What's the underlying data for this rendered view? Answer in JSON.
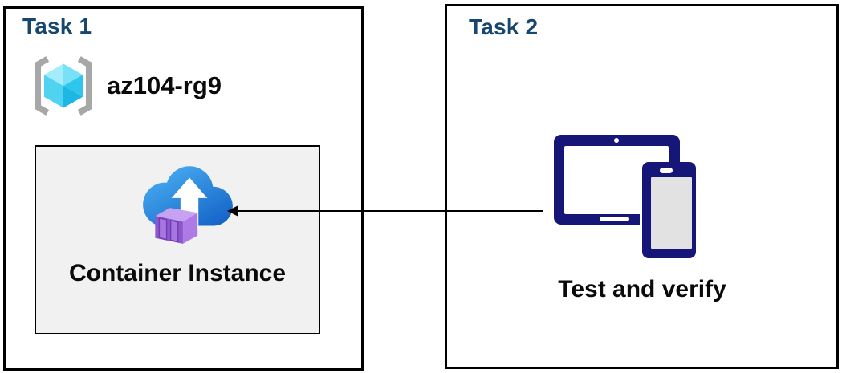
{
  "task1": {
    "title": "Task 1",
    "resource_group_name": "az104-rg9",
    "container_box": {
      "label": "Container Instance",
      "icon": "container-instances-icon"
    },
    "resource_group_icon": "resource-group-icon"
  },
  "task2": {
    "title": "Task 2",
    "label": "Test and verify",
    "icon": "devices-icon"
  },
  "connector": {
    "type": "arrow",
    "direction": "from task2 devices to container instance (points left)"
  },
  "colors": {
    "heading_blue": "#17476E",
    "device_navy": "#161678",
    "inner_box_bg": "#F1F1F1",
    "border_black": "#000000",
    "cloud_blue_light": "#47ABF1",
    "cloud_blue_dark": "#1463C6",
    "container_purple_front": "#8C56CD",
    "container_purple_right": "#AE7AE5",
    "container_purple_top": "#C7A2F1",
    "cube_cyan_light": "#A3ECFB",
    "cube_cyan_dark": "#1DB7E3",
    "bracket_gray": "#A7A7A7",
    "phone_screen_gray": "#E2E2E2",
    "text_black": "#0a0a0a"
  }
}
